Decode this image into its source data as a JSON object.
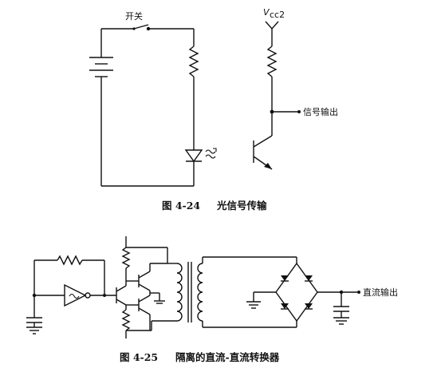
{
  "figure_1": {
    "switch_label": "开关",
    "vcc_label_main": "V",
    "vcc_label_sub": "cc2",
    "output_label": "信号输出",
    "caption_number": "图 4-24",
    "caption_title": "光信号传输"
  },
  "figure_2": {
    "output_label": "直流输出",
    "caption_number": "图 4-25",
    "caption_title": "隔离的直流-直流转换器"
  }
}
